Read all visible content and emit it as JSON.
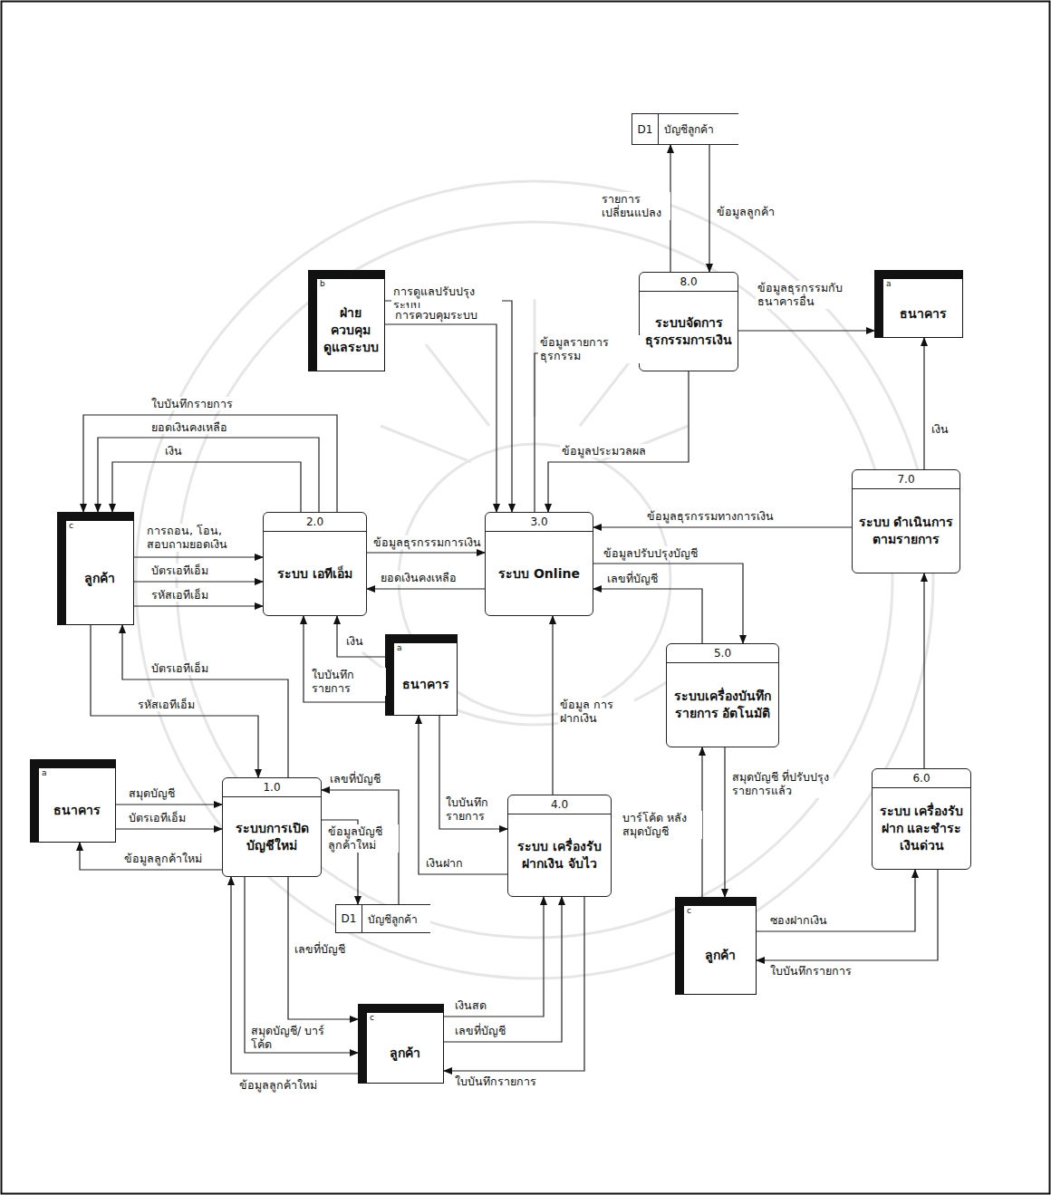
{
  "diagram": {
    "nodes": [
      {
        "text": [
          "D1",
          "บัญชีลูกค้า"
        ]
      },
      {
        "text": [
          "b",
          "ฝ่ายควบคุม ดูแลระบบ"
        ]
      },
      {
        "text": [
          "8.0",
          "ระบบจัดการ ธุรกรรมการเงิน"
        ]
      },
      {
        "text": [
          "a",
          "ธนาคาร"
        ]
      },
      {
        "text": [
          "c",
          "ลูกค้า"
        ]
      },
      {
        "text": [
          "2.0",
          "ระบบ เอทีเอ็ม"
        ]
      },
      {
        "text": [
          "3.0",
          "ระบบ Online"
        ]
      },
      {
        "text": [
          "7.0",
          "ระบบ ดำเนินการ ตามรายการ"
        ]
      },
      {
        "text": [
          "a",
          "ธนาคาร"
        ]
      },
      {
        "text": [
          "5.0",
          "ระบบเครื่องบันทึก รายการ อัตโนมัติ"
        ]
      },
      {
        "text": [
          "a",
          "ธนาคาร"
        ]
      },
      {
        "text": [
          "1.0",
          "ระบบการเปิด บัญชีใหม่"
        ]
      },
      {
        "text": [
          "4.0",
          "ระบบ เครื่องรับฝากเงิน จับไว"
        ]
      },
      {
        "text": [
          "6.0",
          "ระบบ เครื่องรับฝาก และชำระเงินด่วน"
        ]
      },
      {
        "text": [
          "D1",
          "บัญชีลูกค้า"
        ]
      },
      {
        "text": [
          "c",
          "ลูกค้า"
        ]
      },
      {
        "text": [
          "c",
          "ลูกค้า"
        ]
      }
    ],
    "edges": [
      {
        "from": 2,
        "to": 0,
        "label": "รายการ เปลี่ยนแปลง",
        "arrow": "to"
      },
      {
        "from": 0,
        "to": 2,
        "label": "ข้อมูลลูกค้า",
        "arrow": "to"
      },
      {
        "from": 2,
        "to": 3,
        "label": "ข้อมูลธุรกรรมกับ ธนาคารอื่น",
        "arrow": "to"
      },
      {
        "from": 1,
        "to": 6,
        "label": "การดูแลปรับปรุงระบบ",
        "arrow": "to"
      },
      {
        "from": 1,
        "to": 6,
        "label": "การควบคุมระบบ",
        "arrow": "to"
      },
      {
        "from": 6,
        "to": 2,
        "label": "ข้อมูลรายการธุรกรรม",
        "arrow": "to"
      },
      {
        "from": 2,
        "to": 6,
        "label": "ข้อมูลประมวลผล",
        "arrow": "to"
      },
      {
        "from": 7,
        "to": 3,
        "label": "เงิน",
        "arrow": "to"
      },
      {
        "from": 7,
        "to": 6,
        "label": "ข้อมูลธุรกรรมทางการเงิน",
        "arrow": "to"
      },
      {
        "from": 6,
        "to": 9,
        "label": "ข้อมูลปรับปรุงบัญชี",
        "arrow": "to"
      },
      {
        "from": 9,
        "to": 6,
        "label": "เลขที่บัญชี",
        "arrow": "to"
      },
      {
        "from": 5,
        "to": 4,
        "label": "ใบบันทึกรายการ",
        "arrow": "to"
      },
      {
        "from": 5,
        "to": 4,
        "label": "ยอดเงินคงเหลือ",
        "arrow": "to"
      },
      {
        "from": 5,
        "to": 4,
        "label": "เงิน",
        "arrow": "to"
      },
      {
        "from": 4,
        "to": 5,
        "label": "การถอน, โอน, สอบถามยอดเงิน",
        "arrow": "to"
      },
      {
        "from": 4,
        "to": 5,
        "label": "บัตรเอทีเอ็ม",
        "arrow": "to"
      },
      {
        "from": 4,
        "to": 5,
        "label": "รหัสเอทีเอ็ม",
        "arrow": "to"
      },
      {
        "from": 5,
        "to": 6,
        "label": "ข้อมูลธุรกรรมการเงิน",
        "arrow": "to"
      },
      {
        "from": 6,
        "to": 5,
        "label": "ยอดเงินคงเหลือ",
        "arrow": "to"
      },
      {
        "from": 11,
        "to": 4,
        "label": "บัตรเอทีเอ็ม",
        "arrow": "to"
      },
      {
        "from": 4,
        "to": 11,
        "label": "รหัสเอทีเอ็ม",
        "arrow": "to"
      },
      {
        "from": 8,
        "to": 5,
        "label": "เงิน",
        "arrow": "to"
      },
      {
        "from": 8,
        "to": 5,
        "label": "ใบบันทึก รายการ",
        "arrow": "to"
      },
      {
        "from": 12,
        "to": 6,
        "label": "ข้อมูล การฝากเงิน",
        "arrow": "to"
      },
      {
        "from": 10,
        "to": 11,
        "label": "สมุดบัญชี",
        "arrow": "to"
      },
      {
        "from": 10,
        "to": 11,
        "label": "บัตรเอทีเอ็ม",
        "arrow": "to"
      },
      {
        "from": 11,
        "to": 10,
        "label": "ข้อมูลลูกค้าใหม่",
        "arrow": "to"
      },
      {
        "from": 14,
        "to": 11,
        "label": "เลขที่บัญชี",
        "arrow": "to"
      },
      {
        "from": 11,
        "to": 14,
        "label": "ข้อมูลบัญชี ลูกค้าใหม่",
        "arrow": "to"
      },
      {
        "from": 8,
        "to": 12,
        "label": "ใบบันทึก รายการ",
        "arrow": "to"
      },
      {
        "from": 12,
        "to": 8,
        "label": "เงินฝาก",
        "arrow": "to"
      },
      {
        "from": 11,
        "to": 16,
        "label": "เลขที่บัญชี",
        "arrow": "to"
      },
      {
        "from": 11,
        "to": 16,
        "label": "สมุดบัญชี/ บาร์โค้ด",
        "arrow": "to"
      },
      {
        "from": 16,
        "to": 11,
        "label": "ข้อมูลลูกค้าใหม่",
        "arrow": "to"
      },
      {
        "from": 16,
        "to": 12,
        "label": "เงินสด",
        "arrow": "to"
      },
      {
        "from": 16,
        "to": 12,
        "label": "เลขที่บัญชี",
        "arrow": "to"
      },
      {
        "from": 12,
        "to": 16,
        "label": "ใบบันทึกรายการ",
        "arrow": "to"
      },
      {
        "from": 15,
        "to": 9,
        "label": "บาร์โค้ด หลังสมุดบัญชี",
        "arrow": "to"
      },
      {
        "from": 9,
        "to": 15,
        "label": "สมุดบัญชี ที่ปรับปรุง รายการแล้ว",
        "arrow": "to"
      },
      {
        "from": 15,
        "to": 13,
        "label": "ซองฝากเงิน",
        "arrow": "to"
      },
      {
        "from": 13,
        "to": 15,
        "label": "ใบบันทึกรายการ",
        "arrow": "to"
      },
      {
        "from": 13,
        "to": 7,
        "arrow": "to"
      }
    ]
  }
}
